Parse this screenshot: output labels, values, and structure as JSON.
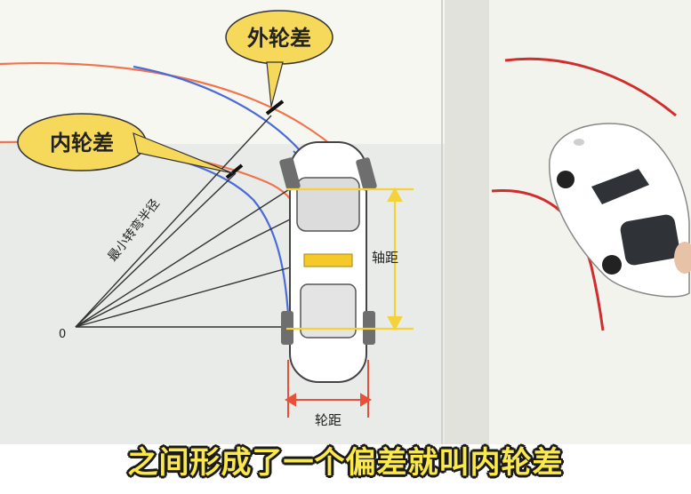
{
  "diagram": {
    "outer_track_diff_label": "外轮差",
    "inner_track_diff_label": "内轮差",
    "min_turn_radius_label": "最小转弯半径",
    "origin_label": "0",
    "wheelbase_label": "轴距",
    "track_width_label": "轮距"
  },
  "caption": "之间形成了一个偏差就叫内轮差",
  "colors": {
    "outer_arc": "#f0744d",
    "inner_arc": "#4a6bd8",
    "callout_fill": "#f6d95b",
    "dimension": "#f4d23a",
    "track_width_arrow": "#e8503a",
    "caption_text": "#fbe94a"
  }
}
